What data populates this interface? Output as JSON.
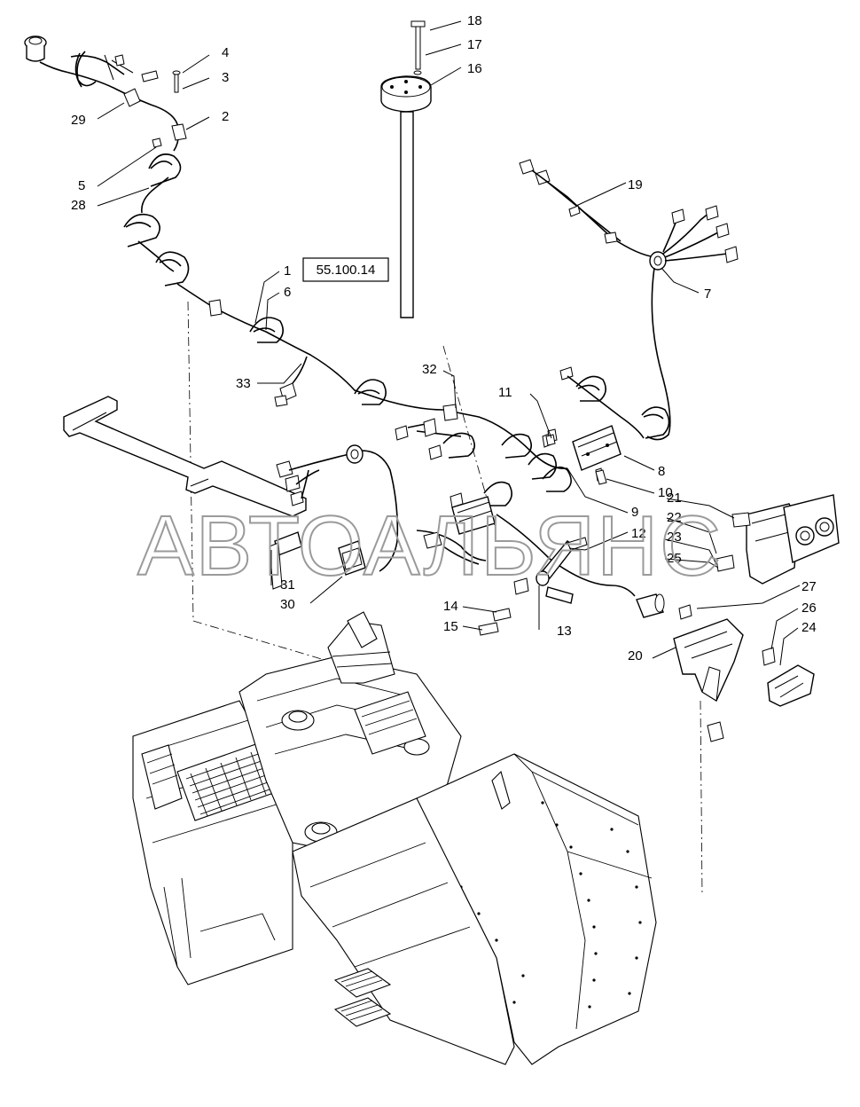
{
  "reference_box": {
    "text": "55.100.14"
  },
  "watermark": {
    "text": "АВТОАЛЬЯНС"
  },
  "callouts": [
    "1",
    "2",
    "3",
    "4",
    "5",
    "6",
    "7",
    "8",
    "9",
    "10",
    "11",
    "12",
    "13",
    "14",
    "15",
    "16",
    "17",
    "18",
    "19",
    "20",
    "21",
    "22",
    "23",
    "25",
    "24",
    "26",
    "27",
    "28",
    "29",
    "30",
    "31",
    "32",
    "33"
  ],
  "colors": {
    "line": "#000000",
    "background": "#ffffff",
    "watermark": "#9a9a9a"
  }
}
